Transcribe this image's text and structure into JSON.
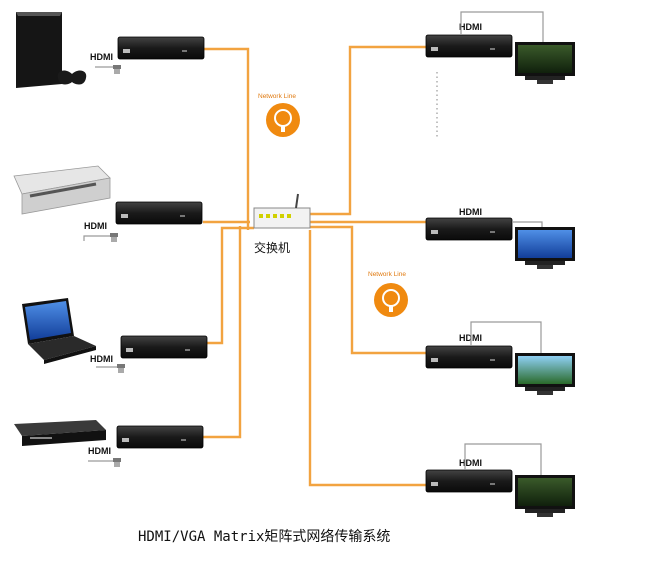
{
  "diagram": {
    "caption": "HDMI/VGA Matrix矩阵式网络传输系统",
    "switch_label": "交换机",
    "network_label": "Network Line",
    "port_label": "HDMI",
    "colors": {
      "cable": "#f2a340",
      "box": "#1b1b1b",
      "screen": "#1e5cc8"
    }
  }
}
